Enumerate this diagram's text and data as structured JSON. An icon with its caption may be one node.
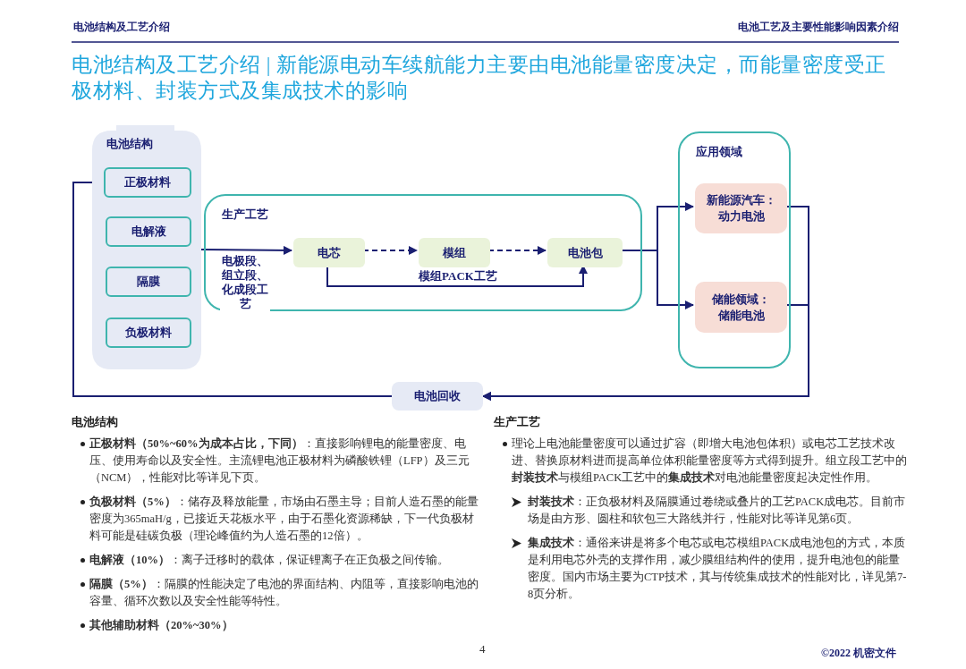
{
  "diagram": {
    "title": "电池结构及工艺介绍 | 新能源电动车续航能力主要由电池能量密度决定，而能量密度受正极材料、封装方式及集成技术的影响",
    "nodes": [
      {
        "text": [
          "电池结构"
        ]
      },
      {
        "text": [
          "正极材料"
        ],
        "in": 0
      },
      {
        "text": [
          "电解液"
        ],
        "in": 0
      },
      {
        "text": [
          "隔膜"
        ],
        "in": 0
      },
      {
        "text": [
          "负极材料"
        ],
        "in": 0
      },
      {
        "text": [
          "生产工艺"
        ]
      },
      {
        "text": [
          "电芯"
        ],
        "in": 5
      },
      {
        "text": [
          "模组"
        ],
        "in": 5
      },
      {
        "text": [
          "电池包"
        ],
        "in": 5
      },
      {
        "text": [
          "应用领域"
        ]
      },
      {
        "text": [
          "新能源汽车：动力电池"
        ],
        "in": 9
      },
      {
        "text": [
          "储能领域：储能电池"
        ],
        "in": 9
      },
      {
        "text": [
          "电池回收"
        ]
      }
    ],
    "edges": [
      {
        "from": 0,
        "to": 6,
        "arrow": "to",
        "label": "电极段、组立段、化成段工艺"
      },
      {
        "from": 6,
        "to": 7,
        "arrow": "to",
        "style": "dashed"
      },
      {
        "from": 7,
        "to": 8,
        "arrow": "to",
        "style": "dashed"
      },
      {
        "from": 6,
        "to": 8,
        "arrow": "to",
        "label": "模组PACK工艺"
      },
      {
        "from": 8,
        "to": 10,
        "arrow": "to"
      },
      {
        "from": 8,
        "to": 11,
        "arrow": "to"
      },
      {
        "from": 10,
        "to": 12,
        "arrow": "to"
      },
      {
        "from": 11,
        "to": 12,
        "arrow": "to"
      },
      {
        "from": 12,
        "to": 1,
        "arrow": "to"
      }
    ],
    "labels": [
      "电池结构及工艺介绍",
      "电池工艺及主要性能影响因素介绍",
      "电池结构",
      "**正极材料（50%~60%为成本占比，下同）**：直接影响锂电的能量密度、电压、使用寿命以及安全性。主流锂电池正极材料为磷酸铁锂（LFP）及三元（NCM），性能对比等详见下页。",
      "**负极材料（5%）**：储存及释放能量，市场由石墨主导；目前人造石墨的能量密度为365maH/g，已接近天花板水平，由于石墨化资源稀缺，下一代负极材料可能是硅碳负极（理论峰值约为人造石墨的12倍）。",
      "**电解液（10%）**：离子迁移时的载体，保证锂离子在正负极之间传输。",
      "**隔膜（5%）**：隔膜的性能决定了电池的界面结构、内阻等，直接影响电池的容量、循环次数以及安全性能等特性。",
      "其他辅助材料（20%~30%）",
      "生产工艺",
      "理论上电池能量密度可以通过扩容（即增大电池包体积）或电芯工艺技术改进、替换原材料进而提高单位体积能量密度等方式得到提升。组立段工艺中的**封装技术**与模组PACK工艺中的**集成技术**对电池能量密度起决定性作用。",
      "**封装技术**：正负极材料及隔膜通过卷绕或叠片的工艺PACK成电芯。目前市场是由方形、圆柱和软包三大路线并行，性能对比等详见第6页。",
      "**集成技术**：通俗来讲是将多个电芯或电芯模组PACK成电池包的方式，本质是利用电芯外壳的支撑作用，减少膜组结构件的使用，提升电池包的能量密度。国内市场主要为CTP技术，其与传统集成技术的性能对比，详见第7-8页分析。",
      "4",
      "©2022 机密文件"
    ]
  }
}
